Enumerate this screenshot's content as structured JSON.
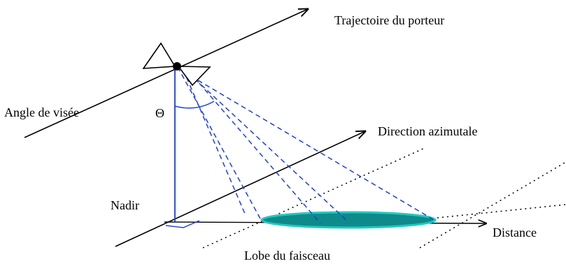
{
  "labels": {
    "trajectory": "Trajectoire du porteur",
    "look_angle": "Angle de visée",
    "theta": "Θ",
    "azimuth_direction": "Direction azimutale",
    "nadir": "Nadir",
    "range": "Distance",
    "beam_footprint": "Lobe du faisceau"
  },
  "colors": {
    "lines": "#000000",
    "beam": "#1f3fd6",
    "footprint_fill": "#0e8a8a",
    "footprint_edge": "#22c9c0",
    "angle_arc": "#1f3fd6"
  }
}
